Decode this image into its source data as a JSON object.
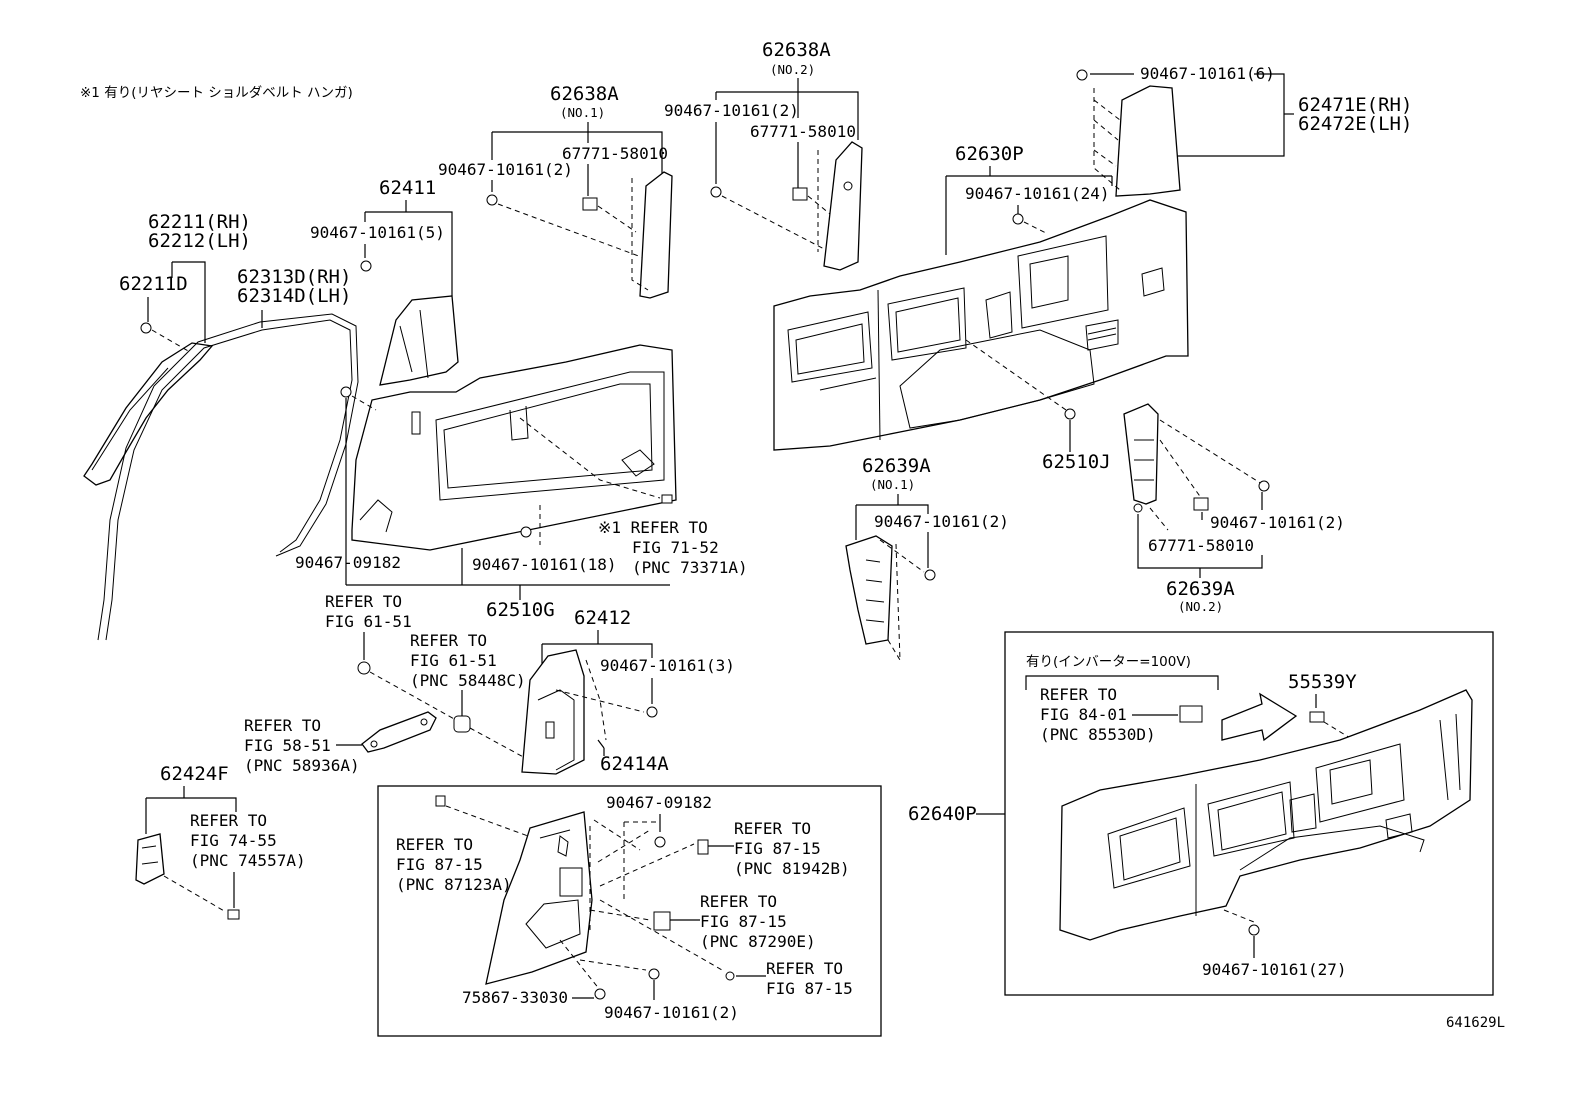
{
  "note": "※1 有り(リヤシート ショルダベルト ハンガ)",
  "diagram_code": "641629L",
  "labels": {
    "p62211rh": "62211(RH)",
    "p62212lh": "62212(LH)",
    "p62211d": "62211D",
    "p62313d": "62313D(RH)",
    "p62314d": "62314D(LH)",
    "p62411": "62411",
    "c62411": "90467-10161(5)",
    "p62638a_1": "62638A",
    "p62638a_1n": "(NO.1)",
    "c62638a_1a": "90467-10161(2)",
    "c62638a_1b": "67771-58010",
    "p62638a_2": "62638A",
    "p62638a_2n": "(NO.2)",
    "c62638a_2a": "90467-10161(2)",
    "c62638a_2b": "67771-58010",
    "c6247x": "90467-10161(6)",
    "p62471e": "62471E(RH)",
    "p62472e": "62472E(LH)",
    "p62630p": "62630P",
    "c62630p": "90467-10161(24)",
    "p62510j": "62510J",
    "p62639a_1": "62639A",
    "p62639a_1n": "(NO.1)",
    "c62639a_1": "90467-10161(2)",
    "c62639a_2a": "90467-10161(2)",
    "c62639a_2b": "67771-58010",
    "p62639a_2": "62639A",
    "p62639a_2n": "(NO.2)",
    "c09182": "90467-09182",
    "c10161_18": "90467-10161(18)",
    "ref1_l1": "※1 REFER TO",
    "ref1_l2": "FIG 71-52",
    "ref1_l3": "(PNC 73371A)",
    "p62510g": "62510G",
    "ref2_l1": "REFER TO",
    "ref2_l2": "FIG 61-51",
    "ref3_l1": "REFER TO",
    "ref3_l2": "FIG 61-51",
    "ref3_l3": "(PNC 58448C)",
    "ref4_l1": "REFER TO",
    "ref4_l2": "FIG 58-51",
    "ref4_l3": "(PNC 58936A)",
    "p62412": "62412",
    "c62412": "90467-10161(3)",
    "p62414a": "62414A",
    "p62424f": "62424F",
    "ref5_l1": "REFER TO",
    "ref5_l2": "FIG 74-55",
    "ref5_l3": "(PNC 74557A)",
    "ref6_l1": "REFER TO",
    "ref6_l2": "FIG 87-15",
    "ref6_l3": "(PNC 87123A)",
    "c09182b": "90467-09182",
    "ref7_l1": "REFER TO",
    "ref7_l2": "FIG 87-15",
    "ref7_l3": "(PNC 81942B)",
    "ref8_l1": "REFER TO",
    "ref8_l2": "FIG 87-15",
    "ref8_l3": "(PNC 87290E)",
    "ref9_l1": "REFER TO",
    "ref9_l2": "FIG 87-15",
    "c75867": "75867-33030",
    "c10161_2b": "90467-10161(2)",
    "p62640p": "62640P",
    "inv_note": "有り(インバーター=100V)",
    "ref10_l1": "REFER TO",
    "ref10_l2": "FIG 84-01",
    "ref10_l3": "(PNC 85530D)",
    "p55539y": "55539Y",
    "c10161_27": "90467-10161(27)"
  }
}
